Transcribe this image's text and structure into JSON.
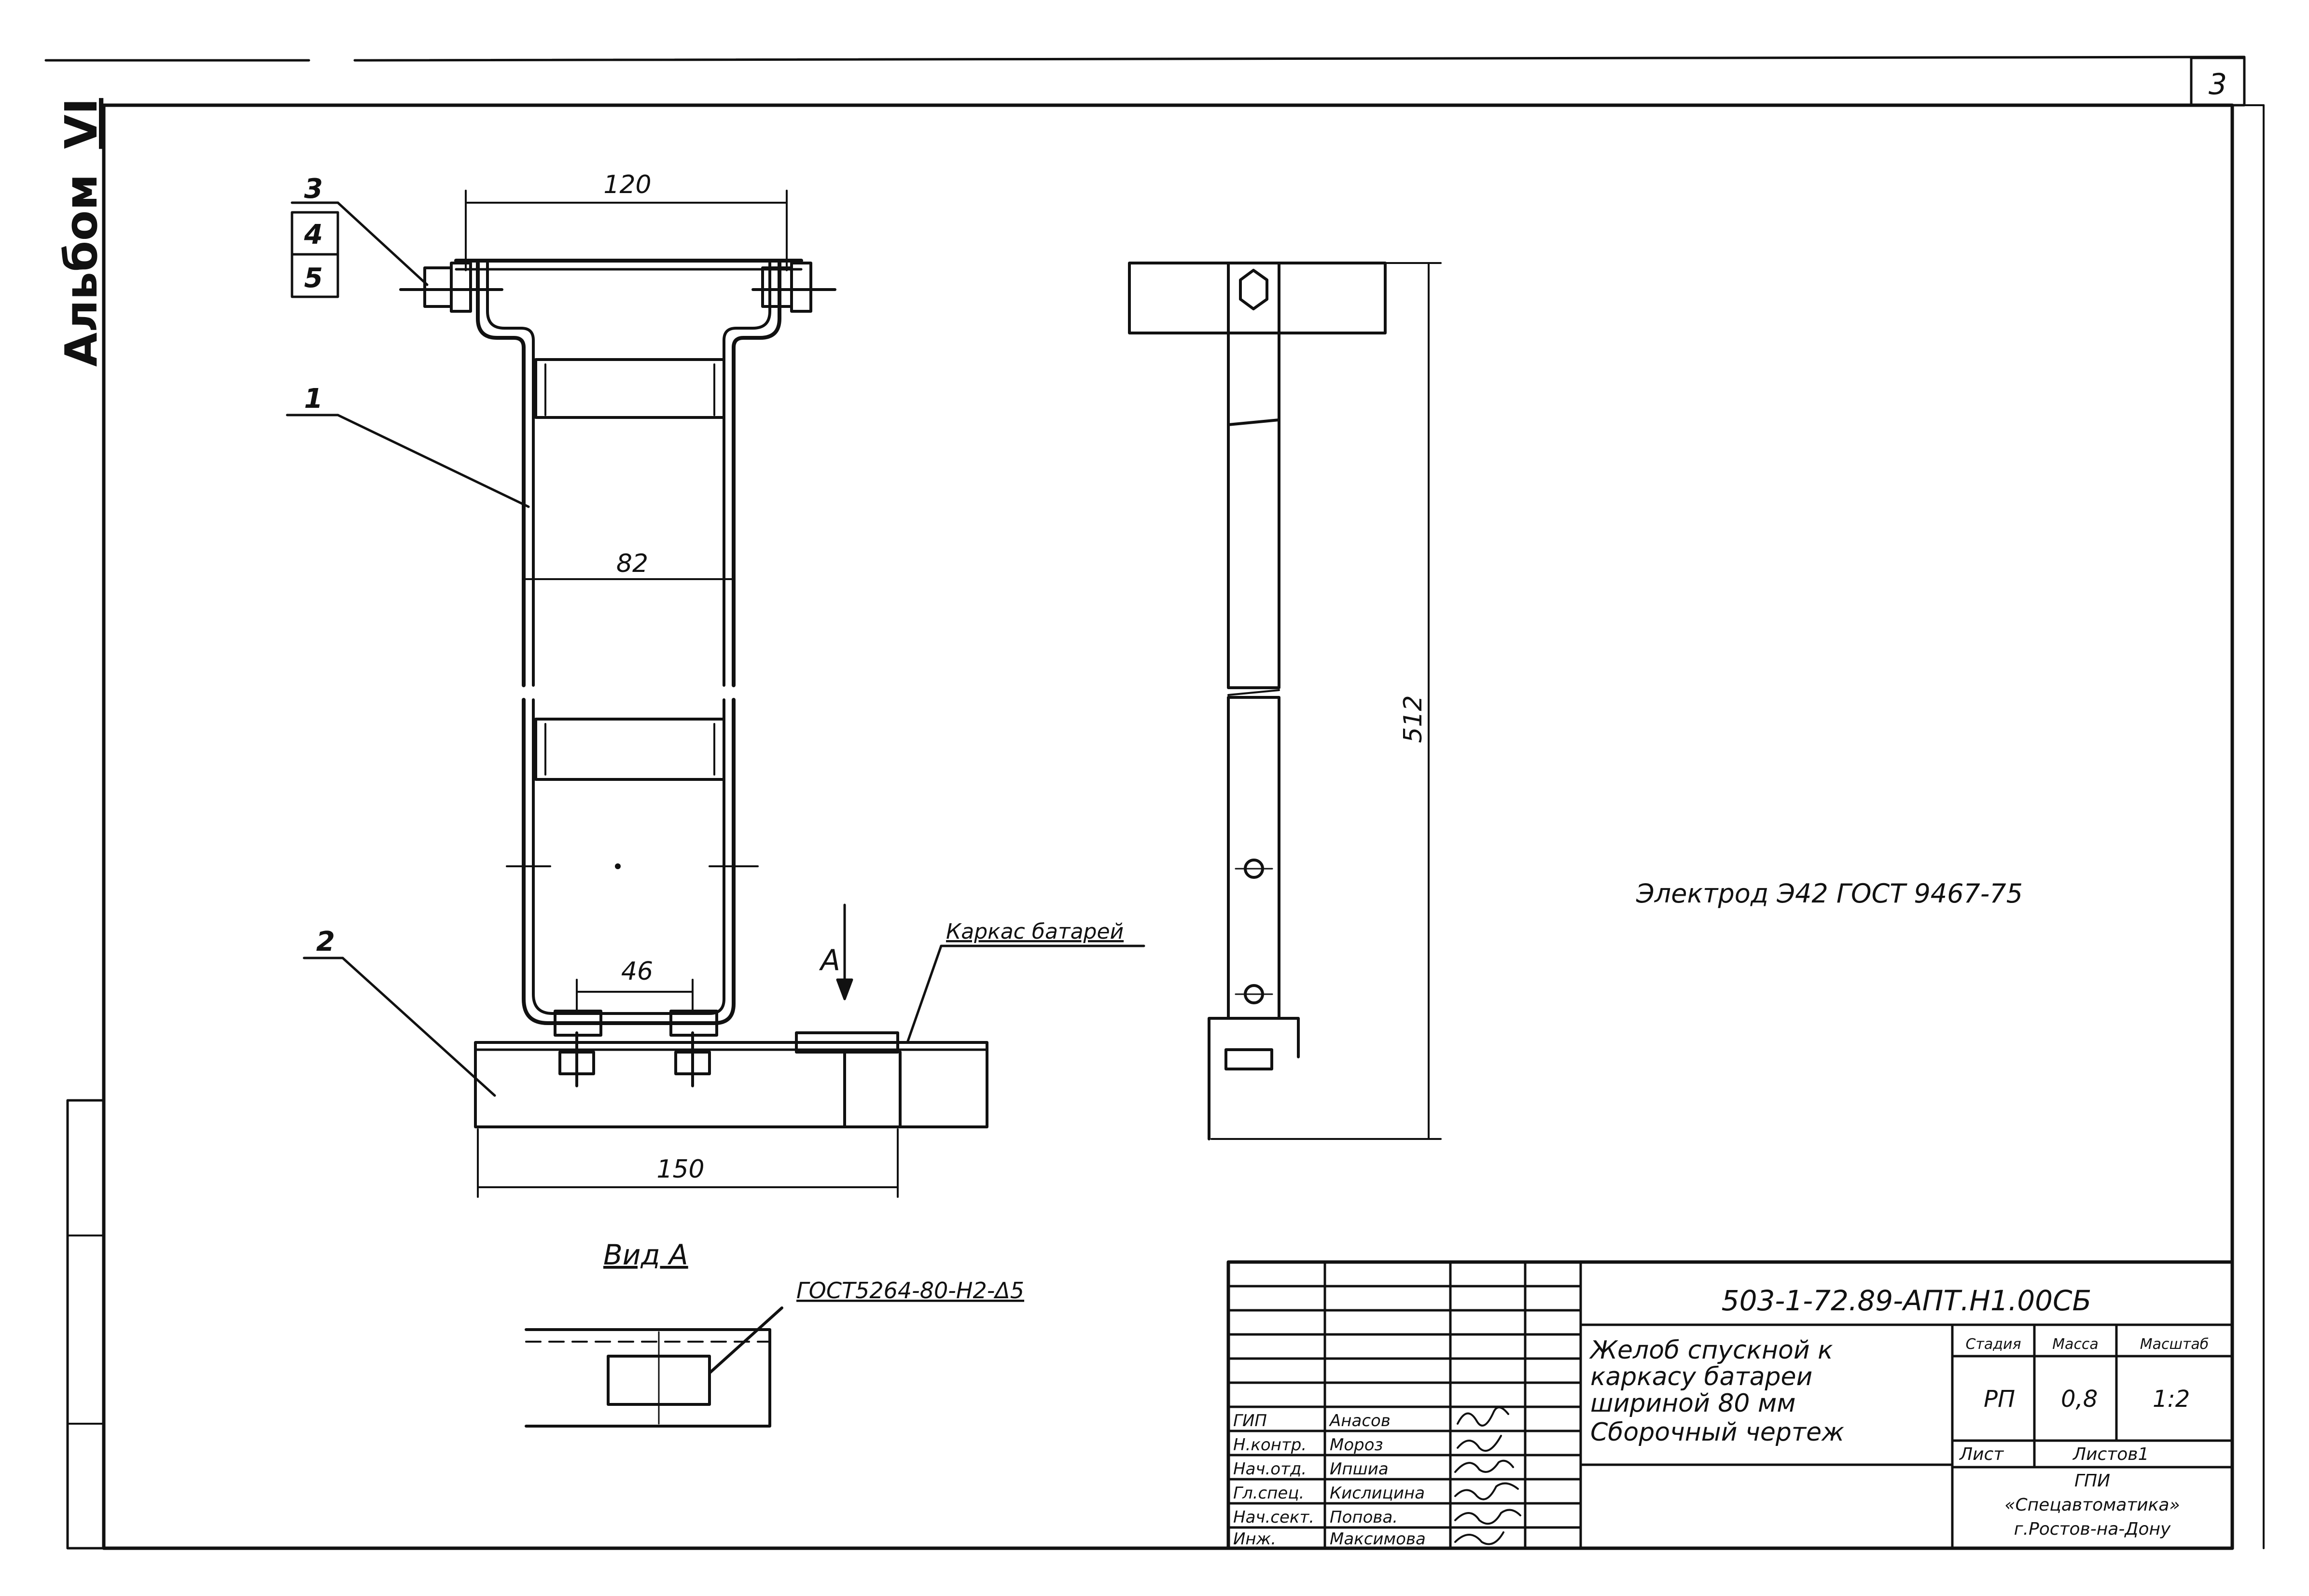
{
  "sheet_number": "3",
  "album_label": "Альбом",
  "album_numeral": "VI",
  "dimensions": {
    "top_width": "120",
    "inner_width": "82",
    "bolt_spacing": "46",
    "base_width": "150",
    "height": "512"
  },
  "position_marks": [
    "1",
    "2",
    "3",
    "4",
    "5"
  ],
  "view_arrow_label": "A",
  "frame_label": "Каркас батарей",
  "view_label": "Вид А",
  "weld_note": "ГОСТ5264-80-Н2-Δ5",
  "electrode_note": "Электрод Э42 ГОСТ 9467-75",
  "title_block": {
    "document_code": "503-1-72.89-АПТ.Н1.00СБ",
    "title_lines": [
      "Желоб спускной к",
      "каркасу батареи",
      "шириной 80 мм",
      "Сборочный чертеж"
    ],
    "headers": {
      "stage": "Стадия",
      "mass": "Масса",
      "scale": "Масштаб"
    },
    "values": {
      "stage": "РП",
      "mass": "0,8",
      "scale": "1:2"
    },
    "sheet_label": "Лист",
    "sheets_label": "Листов1",
    "organization": [
      "ГПИ",
      "«Спецавтоматика»",
      "г.Ростов-на-Дону"
    ],
    "staff": [
      {
        "role": "ГИП",
        "name": "Анасов"
      },
      {
        "role": "Н.контр.",
        "name": "Мороз"
      },
      {
        "role": "Нач.отд.",
        "name": "Ипшиа"
      },
      {
        "role": "Гл.спец.",
        "name": "Кислицина"
      },
      {
        "role": "Нач.сект.",
        "name": "Попова."
      },
      {
        "role": "Инж.",
        "name": "Максимова"
      }
    ]
  }
}
